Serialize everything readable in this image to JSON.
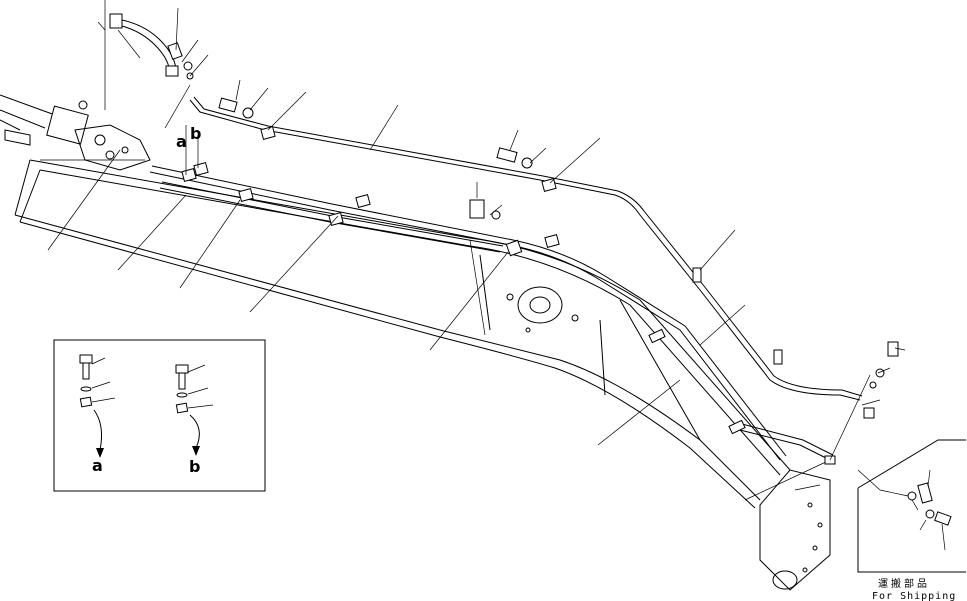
{
  "detail_labels": {
    "a_main": "a",
    "b_main": "b",
    "a_inset": "a",
    "b_inset": "b"
  },
  "shipping_box": {
    "japanese": "運搬部品",
    "english": "For Shipping"
  }
}
